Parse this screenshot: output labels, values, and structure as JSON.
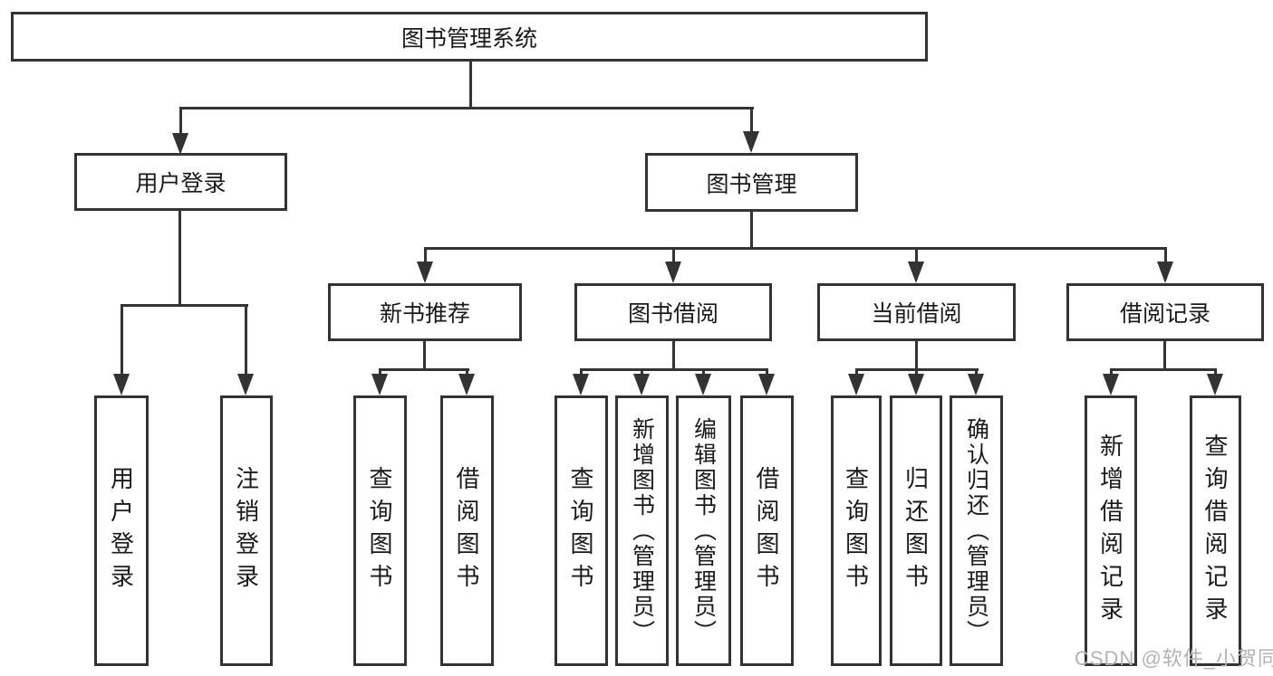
{
  "diagram": {
    "root": {
      "label": "图书管理系统"
    },
    "level2": [
      {
        "label": "用户登录"
      },
      {
        "label": "图书管理"
      }
    ],
    "level3": [
      {
        "label": "新书推荐"
      },
      {
        "label": "图书借阅"
      },
      {
        "label": "当前借阅"
      },
      {
        "label": "借阅记录"
      }
    ],
    "leaves": {
      "user_login": [
        "用户登录",
        "注销登录"
      ],
      "new_book": [
        "查询图书",
        "借阅图书"
      ],
      "book_borrow": [
        "查询图书",
        "新增图书（管理员）",
        "编辑图书（管理员）",
        "借阅图书"
      ],
      "current_borrow": [
        "查询图书",
        "归还图书",
        "确认归还（管理员）"
      ],
      "borrow_record": [
        "新增借阅记录",
        "查询借阅记录"
      ]
    },
    "watermark": "CSDN @软件_小贺同学",
    "colors": {
      "line": "#333333",
      "text": "#1a1a1a",
      "watermark": "#b3b3b3",
      "background": "#ffffff"
    }
  }
}
